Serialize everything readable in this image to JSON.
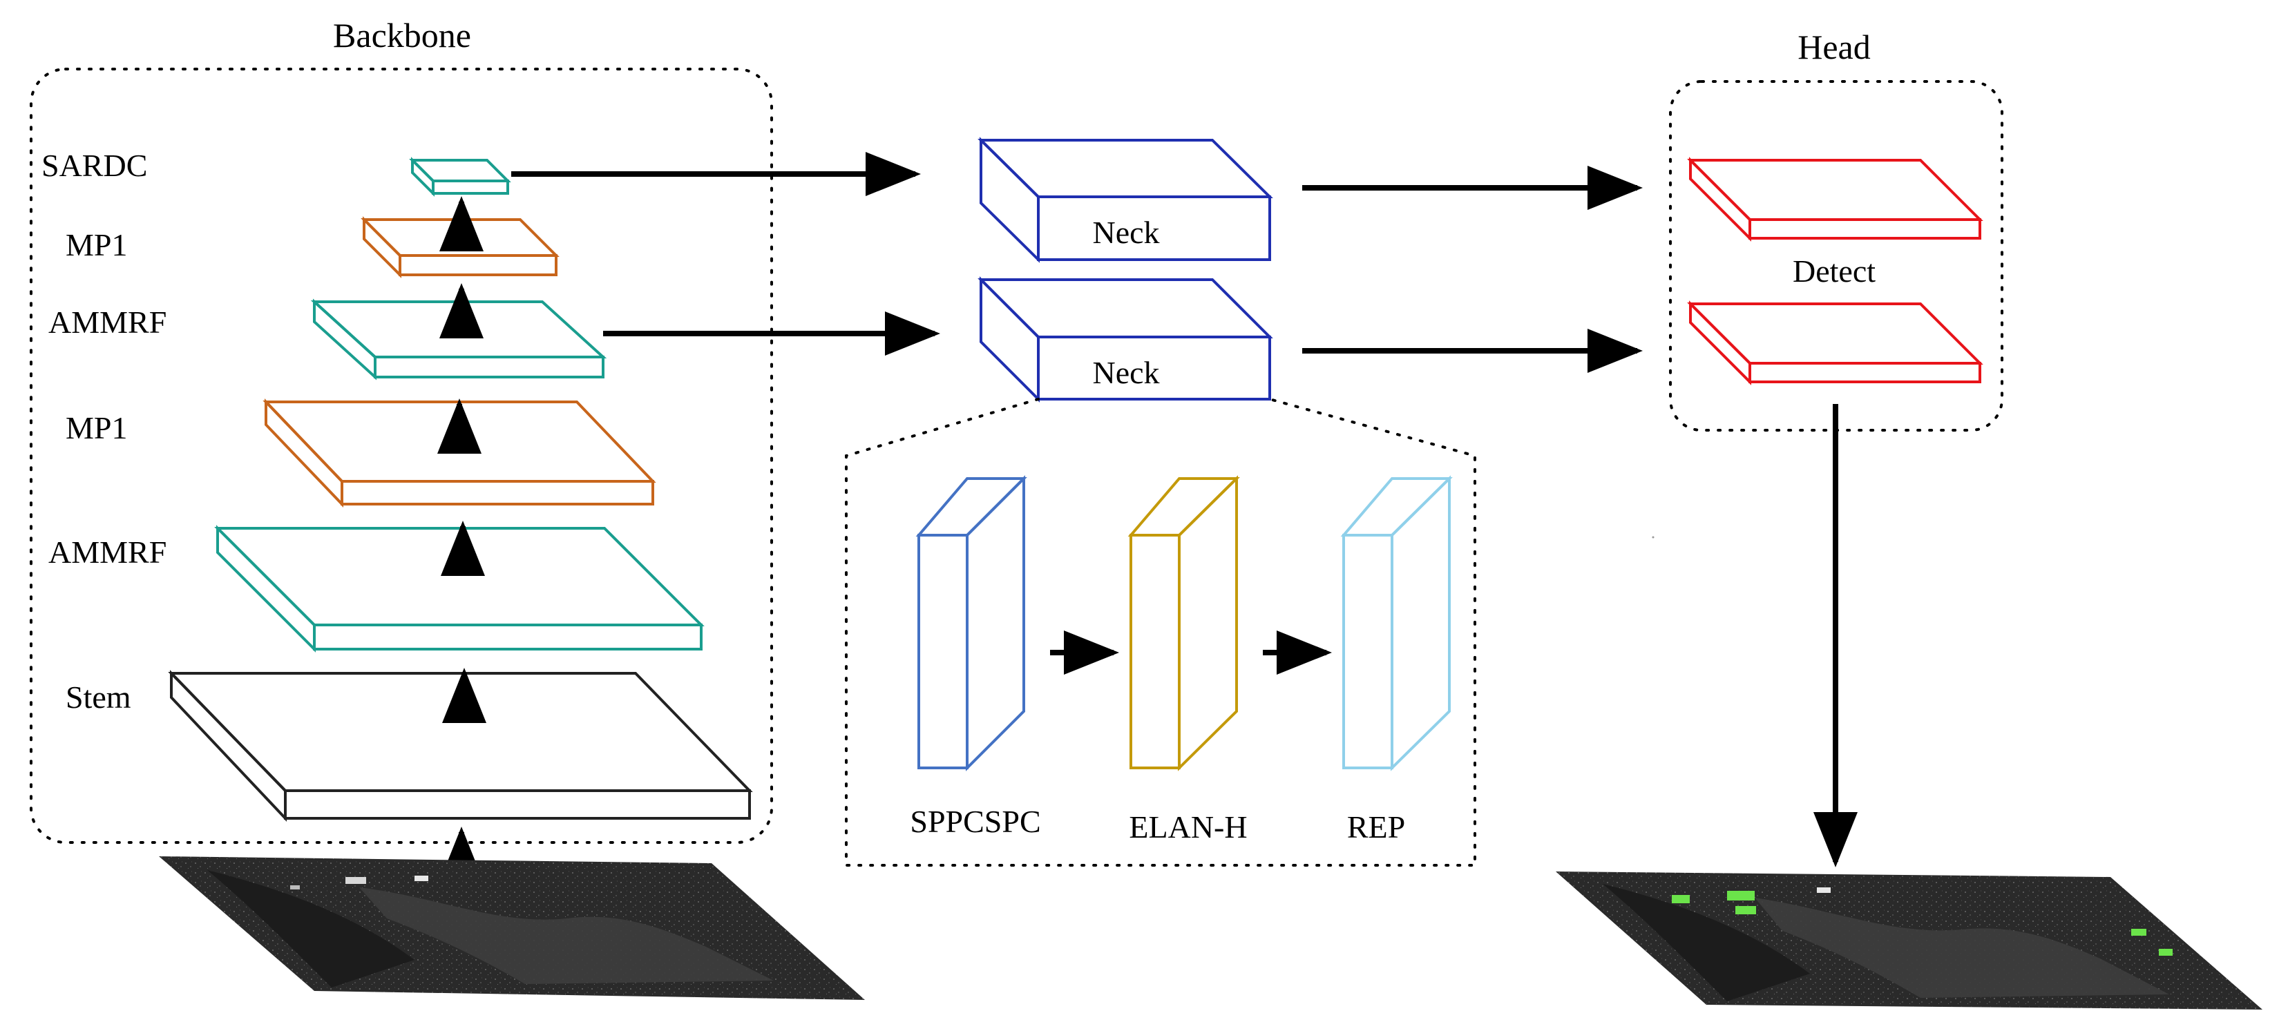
{
  "backbone": {
    "title": "Backbone",
    "layers": [
      {
        "label": "SARDC",
        "color": "#1a9e8f"
      },
      {
        "label": "MP1",
        "color": "#c8651b"
      },
      {
        "label": "AMMRF",
        "color": "#1a9e8f"
      },
      {
        "label": "MP1",
        "color": "#c8651b"
      },
      {
        "label": "AMMRF",
        "color": "#1a9e8f"
      },
      {
        "label": "Stem",
        "color": "#222222"
      }
    ]
  },
  "neck": {
    "labels": [
      "Neck",
      "Neck"
    ],
    "color": "#1f2fb0",
    "modules": [
      {
        "label": "SPPCSPC",
        "color": "#4472c4"
      },
      {
        "label": "ELAN-H",
        "color": "#c49a0a"
      },
      {
        "label": "REP",
        "color": "#8fd0ea"
      }
    ]
  },
  "head": {
    "title": "Head",
    "label": "Detect",
    "color": "#e8141a"
  },
  "images": {
    "input": "SAR input image",
    "output": "SAR detection result"
  }
}
